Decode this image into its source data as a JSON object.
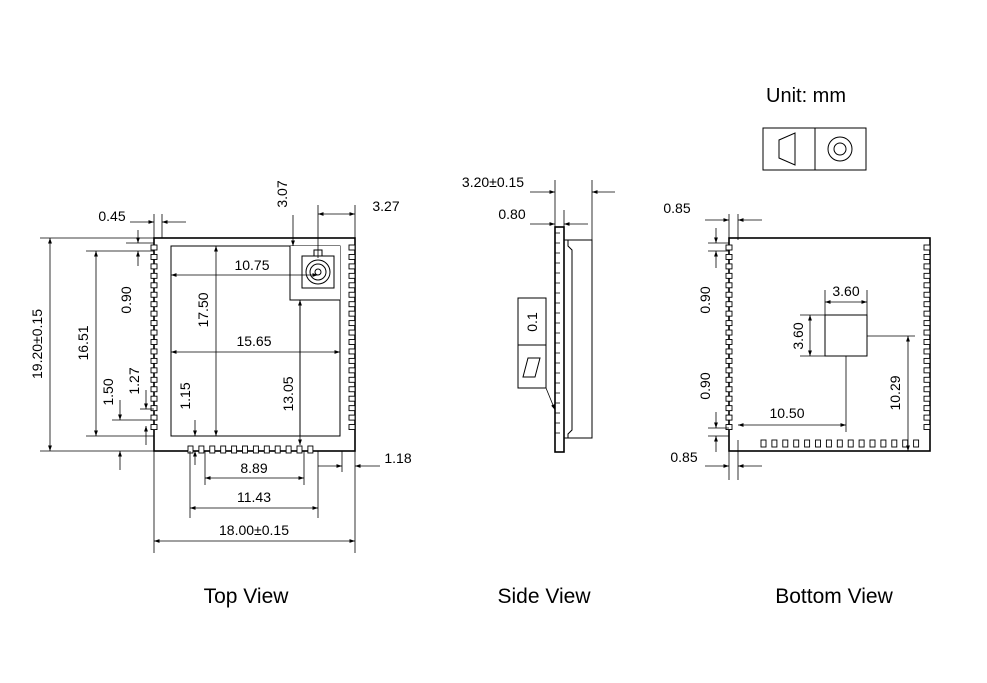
{
  "unit_label": "Unit: mm",
  "projection_symbol": "third-angle-projection-icon",
  "views": {
    "top": {
      "title": "Top View",
      "dims": {
        "w_045": "0.45",
        "w_307": "3.07",
        "w_327": "3.27",
        "w_1075": "10.75",
        "h_1750": "17.50",
        "h_1920": "19.20±0.15",
        "h_1651": "16.51",
        "h_090": "0.90",
        "w_1565": "15.65",
        "h_150": "1.50",
        "h_127": "1.27",
        "h_115": "1.15",
        "h_1305": "13.05",
        "w_889": "8.89",
        "w_1143": "11.43",
        "w_1800": "18.00±0.15",
        "h_118": "1.18"
      }
    },
    "side": {
      "title": "Side View",
      "dims": {
        "t_320": "3.20±0.15",
        "t_080": "0.80",
        "flatness": "0.1"
      }
    },
    "bottom": {
      "title": "Bottom View",
      "dims": {
        "w_085_top": "0.85",
        "h_090_top": "0.90",
        "w_360": "3.60",
        "h_360": "3.60",
        "h_090_bottom": "0.90",
        "w_1050": "10.50",
        "h_1029": "10.29",
        "w_085_bottom": "0.85"
      }
    }
  }
}
